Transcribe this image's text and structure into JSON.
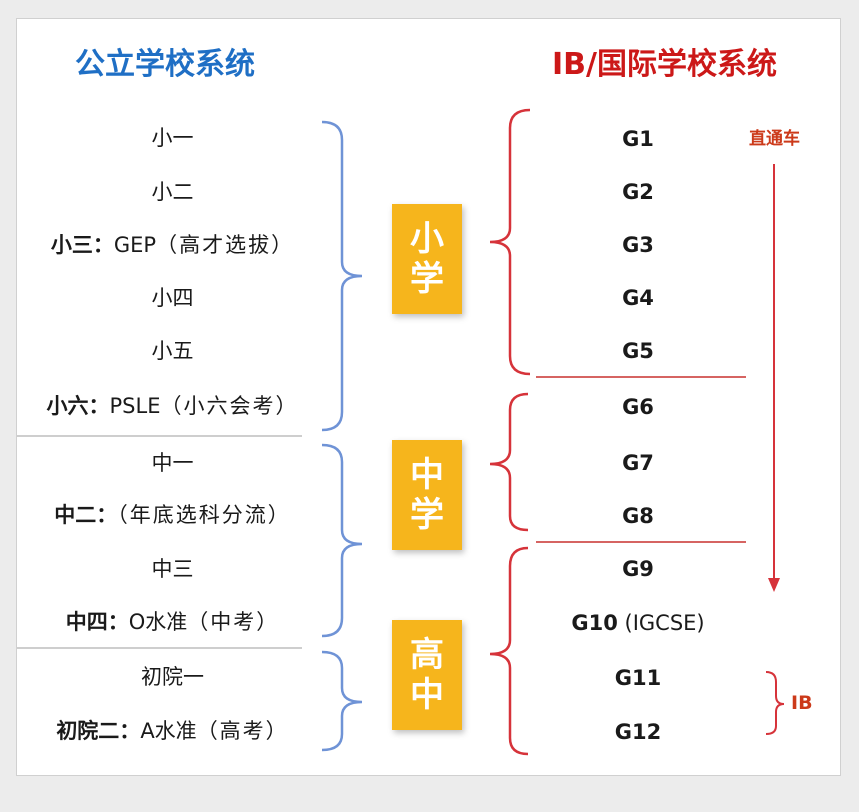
{
  "headings": {
    "public": "公立学校系统",
    "ib": "IB/国际学校系统"
  },
  "public_rows": [
    {
      "main": "小一",
      "bold": "",
      "exam": "",
      "note": ""
    },
    {
      "main": "小二",
      "bold": "",
      "exam": "",
      "note": ""
    },
    {
      "main": "",
      "bold": "小三：",
      "exam": "GEP",
      "note": "（高才选拔）"
    },
    {
      "main": "小四",
      "bold": "",
      "exam": "",
      "note": ""
    },
    {
      "main": "小五",
      "bold": "",
      "exam": "",
      "note": ""
    },
    {
      "main": "",
      "bold": "小六：",
      "exam": "PSLE",
      "note": "（小六会考）"
    },
    {
      "main": "中一",
      "bold": "",
      "exam": "",
      "note": ""
    },
    {
      "main": "",
      "bold": "中二：",
      "exam": "",
      "note": "（年底选科分流）"
    },
    {
      "main": "中三",
      "bold": "",
      "exam": "",
      "note": ""
    },
    {
      "main": "",
      "bold": "中四：",
      "exam": "O水准",
      "note": "（中考）"
    },
    {
      "main": "初院一",
      "bold": "",
      "exam": "",
      "note": ""
    },
    {
      "main": "",
      "bold": "初院二：",
      "exam": "A水准",
      "note": "（高考）"
    }
  ],
  "stages": [
    {
      "line1": "小",
      "line2": "学"
    },
    {
      "line1": "中",
      "line2": "学"
    },
    {
      "line1": "高",
      "line2": "中"
    }
  ],
  "ib_rows": [
    {
      "grade": "G1",
      "sub": ""
    },
    {
      "grade": "G2",
      "sub": ""
    },
    {
      "grade": "G3",
      "sub": ""
    },
    {
      "grade": "G4",
      "sub": ""
    },
    {
      "grade": "G5",
      "sub": ""
    },
    {
      "grade": "G6",
      "sub": ""
    },
    {
      "grade": "G7",
      "sub": ""
    },
    {
      "grade": "G8",
      "sub": ""
    },
    {
      "grade": "G9",
      "sub": ""
    },
    {
      "grade": "G10",
      "sub": " (IGCSE)"
    },
    {
      "grade": "G11",
      "sub": ""
    },
    {
      "grade": "G12",
      "sub": ""
    }
  ],
  "side_labels": {
    "through_train": "直通车",
    "ib": "IB"
  },
  "colors": {
    "public_heading": "#1f6fc5",
    "ib_heading": "#cc1818",
    "blue_bracket": "#6f93d6",
    "red_bracket": "#d6333a",
    "stage_fill": "#f6b51c",
    "side_label": "#cc3a1a",
    "divider": "#bdbdbd"
  }
}
